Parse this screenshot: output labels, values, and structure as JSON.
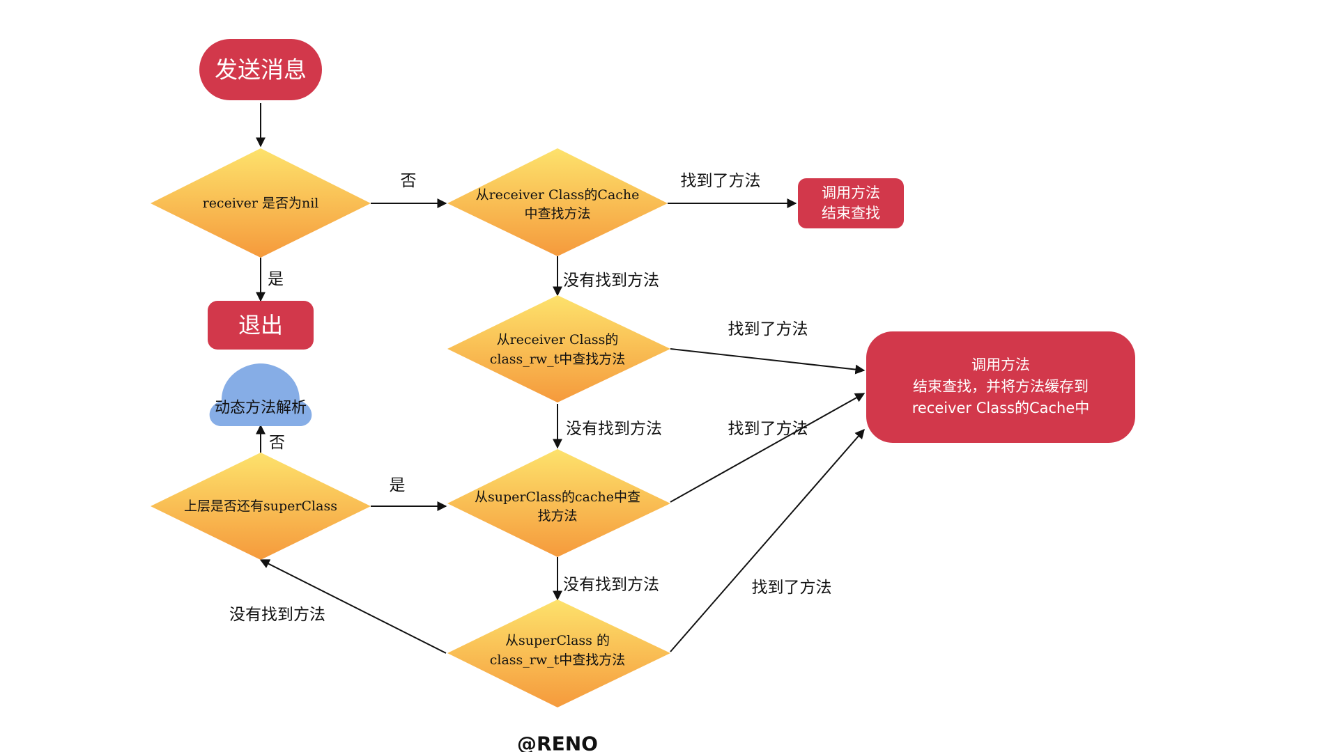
{
  "nodes": {
    "start": {
      "text": "发送消息"
    },
    "check_nil": {
      "text": "receiver 是否为nil"
    },
    "exit": {
      "text": "退出"
    },
    "dynamic_resolution": {
      "text": "动态方法解析"
    },
    "check_superclass": {
      "text": "上层是否还有superClass"
    },
    "receiver_cache": {
      "line1": "从receiver Class的Cache",
      "line2": "中查找方法"
    },
    "call_end_1": {
      "line1": "调用方法",
      "line2": "结束查找"
    },
    "receiver_rw": {
      "line1": "从receiver Class的",
      "line2": "class_rw_t中查找方法"
    },
    "call_end_cache": {
      "line1": "调用方法",
      "line2": "结束查找，并将方法缓存到",
      "line3": "receiver Class的Cache中"
    },
    "super_cache": {
      "line1": "从superClass的cache中查",
      "line2": "找方法"
    },
    "super_rw": {
      "line1": "从superClass 的",
      "line2": "class_rw_t中查找方法"
    }
  },
  "edge_labels": {
    "nil_no": "否",
    "nil_yes": "是",
    "found_1": "找到了方法",
    "notfound_1": "没有找到方法",
    "found_2": "找到了方法",
    "notfound_2": "没有找到方法",
    "found_3": "找到了方法",
    "notfound_3": "没有找到方法",
    "found_4": "找到了方法",
    "notfound_loop": "没有找到方法",
    "super_yes": "是",
    "super_no": "否"
  },
  "credit": "@RENO",
  "colors": {
    "terminal_red": "#d2384b",
    "diamond_top": "#fde26c",
    "diamond_bottom": "#f59a3c",
    "cloud_blue": "#86ade6",
    "line": "#111111"
  },
  "icons": {
    "cloud": "cloud-shape"
  }
}
